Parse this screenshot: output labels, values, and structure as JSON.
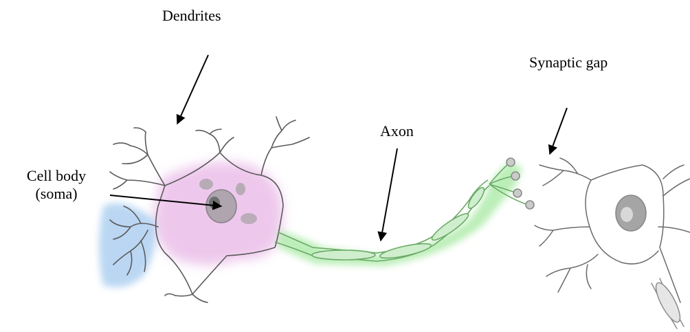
{
  "labels": {
    "dendrites": "Dendrites",
    "synaptic_gap": "Synaptic gap",
    "axon": "Axon",
    "cell_body_line1": "Cell body",
    "cell_body_line2": "(soma)"
  },
  "colors": {
    "soma_highlight": "#e8b6e6",
    "dendrite_highlight": "#a9cdf0",
    "axon_highlight": "#9fe79a",
    "outline": "#5a5a5a",
    "nucleus": "#8a8a8a",
    "arrow": "#000000"
  }
}
